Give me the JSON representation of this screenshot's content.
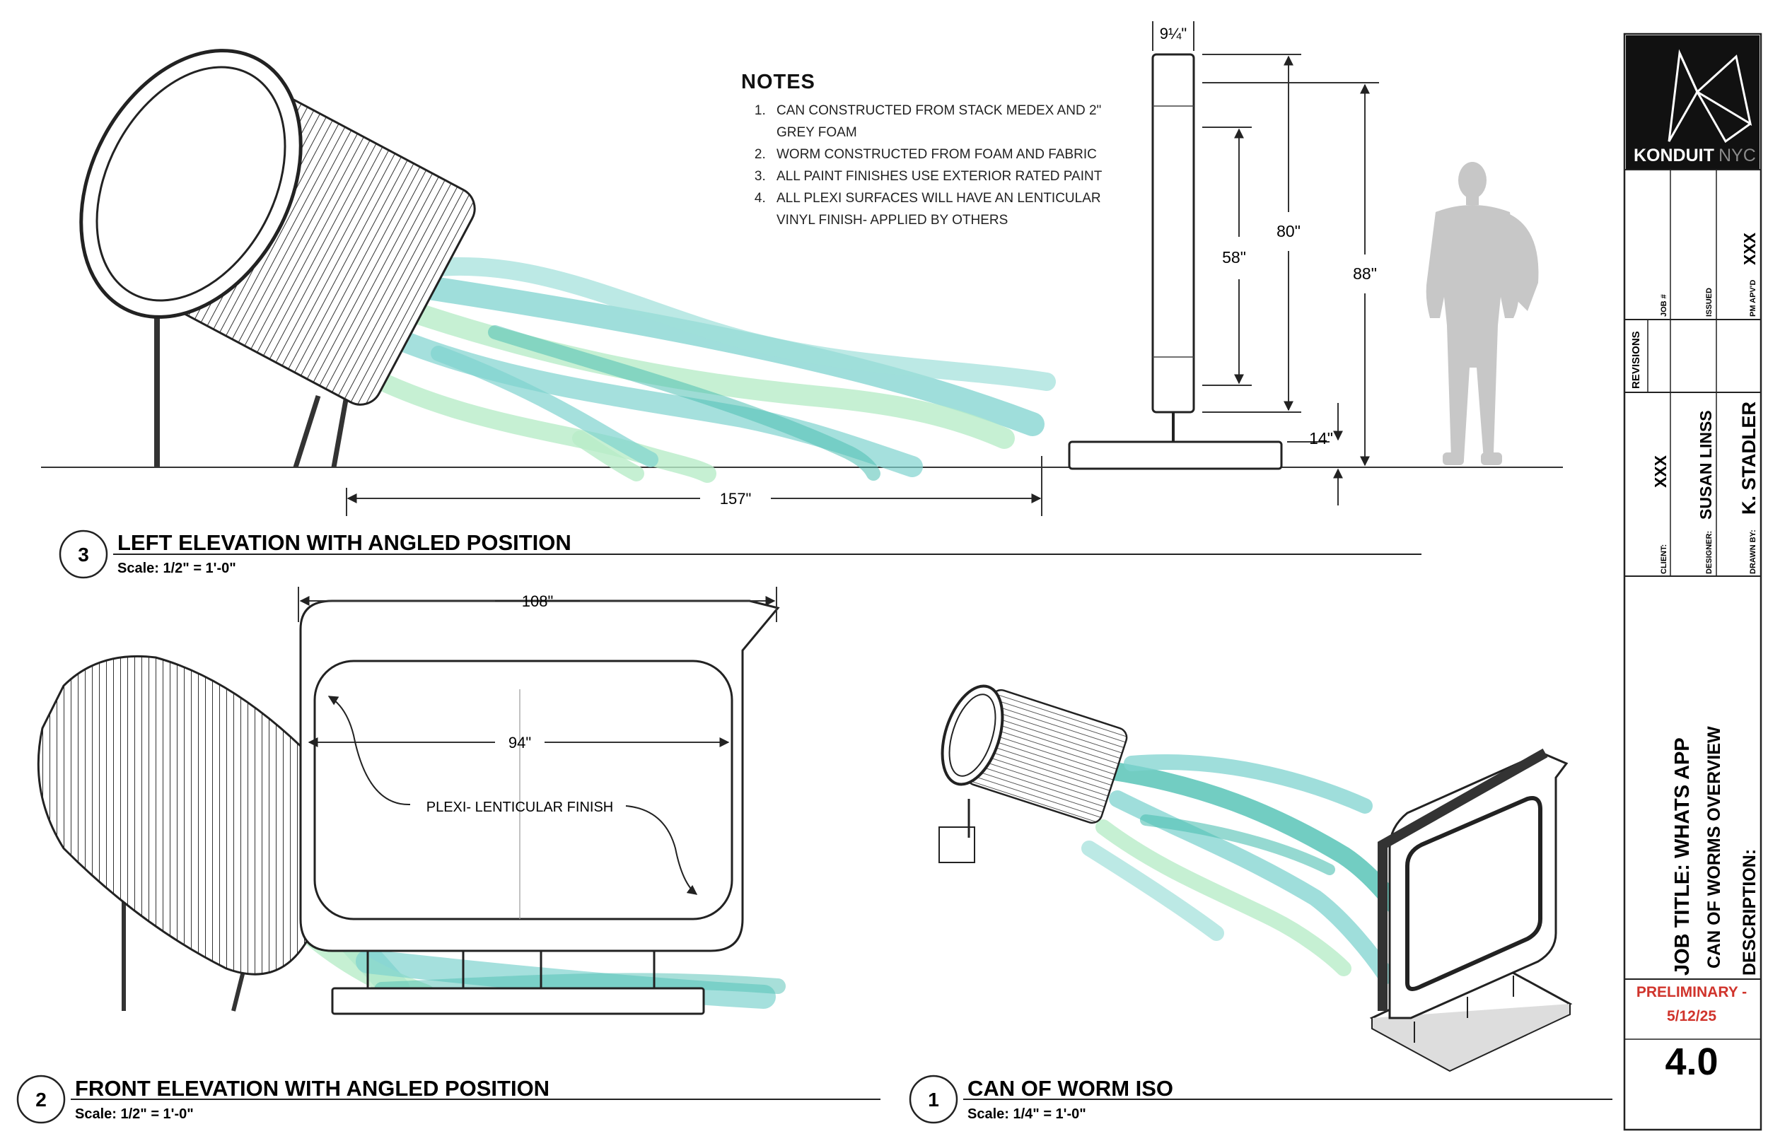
{
  "notes": {
    "heading": "NOTES",
    "items": [
      "CAN CONSTRUCTED FROM STACK MEDEX AND 2\" GREY FOAM",
      "WORM CONSTRUCTED FROM FOAM AND FABRIC",
      "ALL PAINT FINISHES USE EXTERIOR RATED PAINT",
      "ALL PLEXI SURFACES WILL HAVE AN LENTICULAR VINYL FINISH- APPLIED BY OTHERS"
    ]
  },
  "views": [
    {
      "number": "3",
      "title": "LEFT ELEVATION WITH ANGLED POSITION",
      "scale": "Scale: 1/2\" = 1'-0\""
    },
    {
      "number": "2",
      "title": "FRONT ELEVATION WITH ANGLED POSITION",
      "scale": "Scale: 1/2\" = 1'-0\""
    },
    {
      "number": "1",
      "title": "CAN OF WORM ISO",
      "scale": "Scale: 1/4\" = 1'-0\""
    }
  ],
  "dimensions": {
    "thickness": "9¼\"",
    "plexi_height": "58\"",
    "panel_height": "80\"",
    "overall_height": "88\"",
    "base_height": "14\"",
    "length": "157\"",
    "panel_width": "108\"",
    "plexi_width": "94\""
  },
  "callout": "PLEXI- LENTICULAR FINISH",
  "title_block": {
    "company_bold": "KONDUIT",
    "company_light": "NYC",
    "revisions_label": "REVISIONS",
    "job_no_label": "JOB #",
    "issued_label": "ISSUED",
    "pm_label": "PM APV'D",
    "pm_value": "XXX",
    "client_label": "CLIENT:",
    "client_value": "XXX",
    "designer_label": "DESIGNER:",
    "designer_value": "SUSAN LINSS",
    "drawn_label": "DRAWN BY:",
    "drawn_value": "K. STADLER",
    "job_title": "JOB TITLE: WHATS APP",
    "overview": "CAN OF WORMS OVERVIEW",
    "description": "DESCRIPTION:",
    "status_line1": "PRELIMINARY -",
    "status_line2": "5/12/25",
    "sheet_number": "4.0"
  },
  "colors": {
    "worm_teal": "#7fd3cf",
    "worm_green": "#b8ecc8",
    "worm_dark": "#4fc0b3",
    "figure_grey": "#c7c7c7",
    "status_red": "#d0342c",
    "logo_bg": "#111111"
  }
}
